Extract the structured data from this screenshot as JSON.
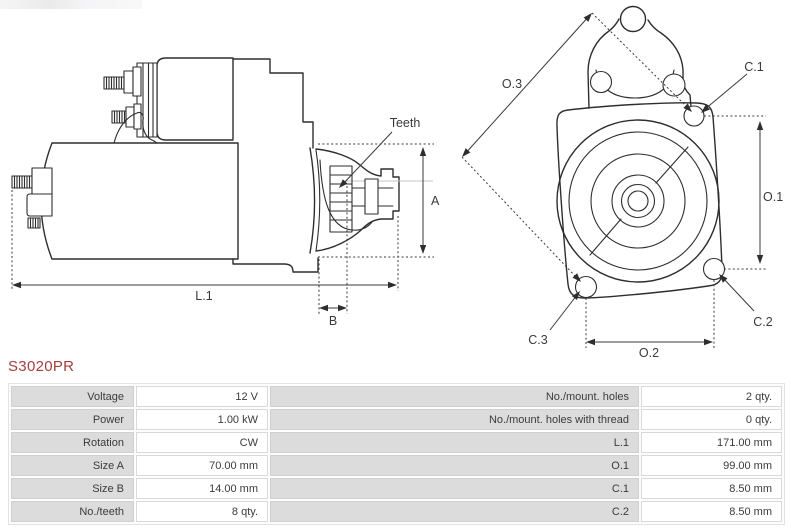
{
  "part_number": "S3020PR",
  "colors": {
    "accent": "#a63e3e",
    "drawing_line": "#2e2e2e",
    "table_label_bg": "#dcdcdc",
    "table_border": "#d9d9d9",
    "text": "#3b3b3b"
  },
  "drawings": {
    "side_view": {
      "labels": {
        "teeth": "Teeth",
        "l1": "L.1",
        "a": "A",
        "b": "B"
      }
    },
    "front_view": {
      "labels": {
        "o3": "O.3",
        "o1": "O.1",
        "o2": "O.2",
        "c1": "C.1",
        "c2": "C.2",
        "c3": "C.3"
      }
    }
  },
  "spec_table": {
    "rows": [
      {
        "label_left": "Voltage",
        "value_left": "12 V",
        "label_right": "No./mount. holes",
        "value_right": "2 qty."
      },
      {
        "label_left": "Power",
        "value_left": "1.00 kW",
        "label_right": "No./mount. holes with thread",
        "value_right": "0 qty."
      },
      {
        "label_left": "Rotation",
        "value_left": "CW",
        "label_right": "L.1",
        "value_right": "171.00 mm"
      },
      {
        "label_left": "Size A",
        "value_left": "70.00 mm",
        "label_right": "O.1",
        "value_right": "99.00 mm"
      },
      {
        "label_left": "Size B",
        "value_left": "14.00 mm",
        "label_right": "C.1",
        "value_right": "8.50 mm"
      },
      {
        "label_left": "No./teeth",
        "value_left": "8 qty.",
        "label_right": "C.2",
        "value_right": "8.50 mm"
      }
    ]
  }
}
